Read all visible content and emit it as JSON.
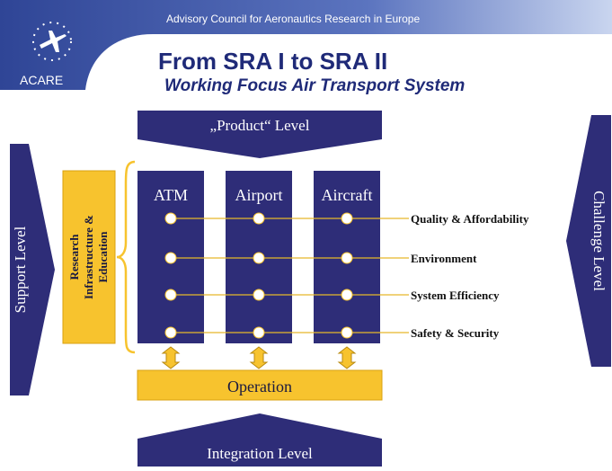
{
  "header": {
    "org_name": "Advisory Council for Aeronautics Research in Europe",
    "logo_text": "ACARE",
    "title": "From SRA I to SRA II",
    "subtitle": "Working Focus Air Transport System"
  },
  "diagram": {
    "product_level": "„Product“ Level",
    "integration_level": "Integration Level",
    "support_level": "Support Level",
    "challenge_level": "Challenge Level",
    "research_line1": "Research",
    "research_line2": "Infrastructure &",
    "research_line3": "Education",
    "columns": [
      "ATM",
      "Airport",
      "Aircraft"
    ],
    "rows": [
      "Quality & Affordability",
      "Environment",
      "System Efficiency",
      "Safety & Security"
    ],
    "operation": "Operation"
  },
  "colors": {
    "navy": "#2e2d78",
    "yellow": "#f7c32e",
    "header_blue": "#3a4fa3",
    "title_navy": "#1f2a78"
  }
}
